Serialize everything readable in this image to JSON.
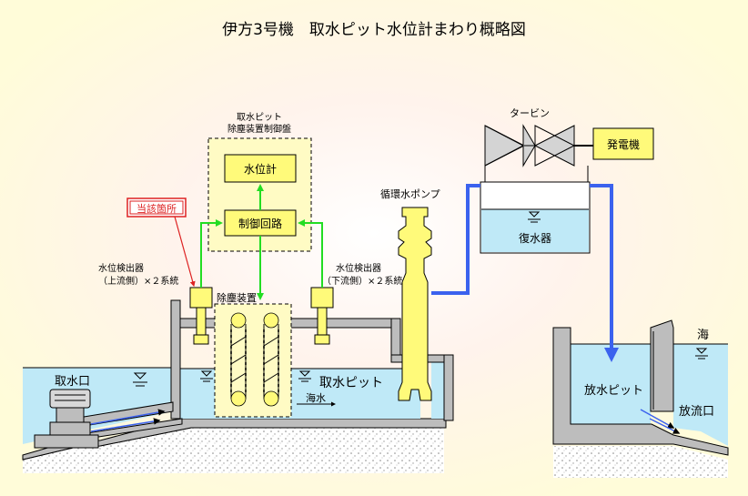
{
  "title": "伊方3号機　取水ピット水位計まわり概略図",
  "labels": {
    "turbine": "タービン",
    "generator": "発電機",
    "control_panel_line1": "取水ピット",
    "control_panel_line2": "除塵装置制御盤",
    "water_level_meter": "水位計",
    "control_circuit": "制御回路",
    "pump": "循環水ポンプ",
    "condenser": "復水器",
    "location_marker": "当該箇所",
    "upstream_detector_line1": "水位検出器",
    "upstream_detector_line2": "（上流側）×２系統",
    "downstream_detector_line1": "水位検出器",
    "downstream_detector_line2": "（下流側）×２系統",
    "dust_remover": "除塵装置",
    "intake": "取水口",
    "intake_pit": "取水ピット",
    "seawater_flow": "海水",
    "discharge_pit": "放水ピット",
    "discharge_outlet": "放流口",
    "sea": "海"
  },
  "colors": {
    "background": "#fffcd9",
    "water": "#bfe9f7",
    "structure": "#bdbdbd",
    "equipment": "#fffa7a",
    "signal": "#22dd22",
    "flow": "#3b62ee",
    "marker": "#dd2222"
  }
}
